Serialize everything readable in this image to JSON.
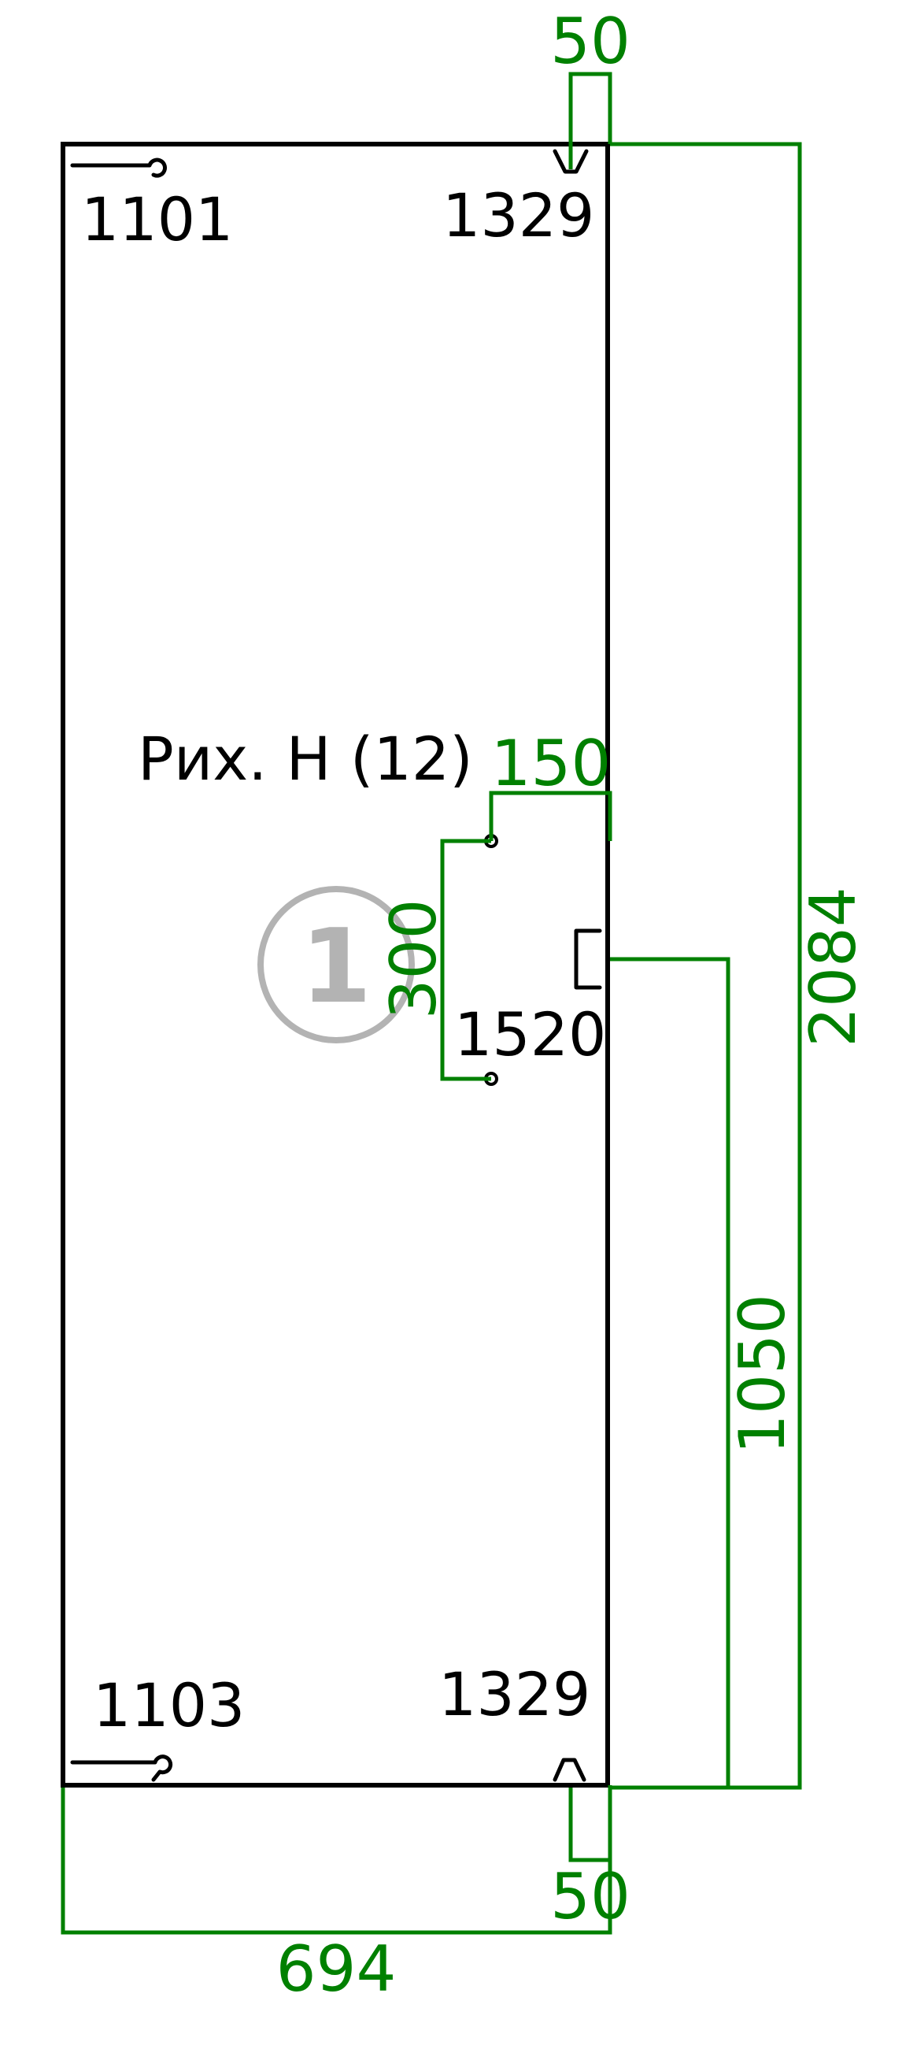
{
  "drawing": {
    "part_label": "Рих. Н (12)",
    "part_number": "1",
    "hardware_labels": {
      "top_left": "1101",
      "top_right": "1329",
      "bottom_left": "1103",
      "bottom_right": "1329",
      "middle": "1520"
    },
    "dimensions": {
      "top_offset": "50",
      "bottom_offset": "50",
      "width": "694",
      "height": "2084",
      "hole_spacing": "300",
      "hole_depth": "150",
      "lock_height": "1050"
    },
    "colors": {
      "outline": "#000000",
      "dimension": "#008000",
      "badge": "#b3b3b3"
    }
  }
}
